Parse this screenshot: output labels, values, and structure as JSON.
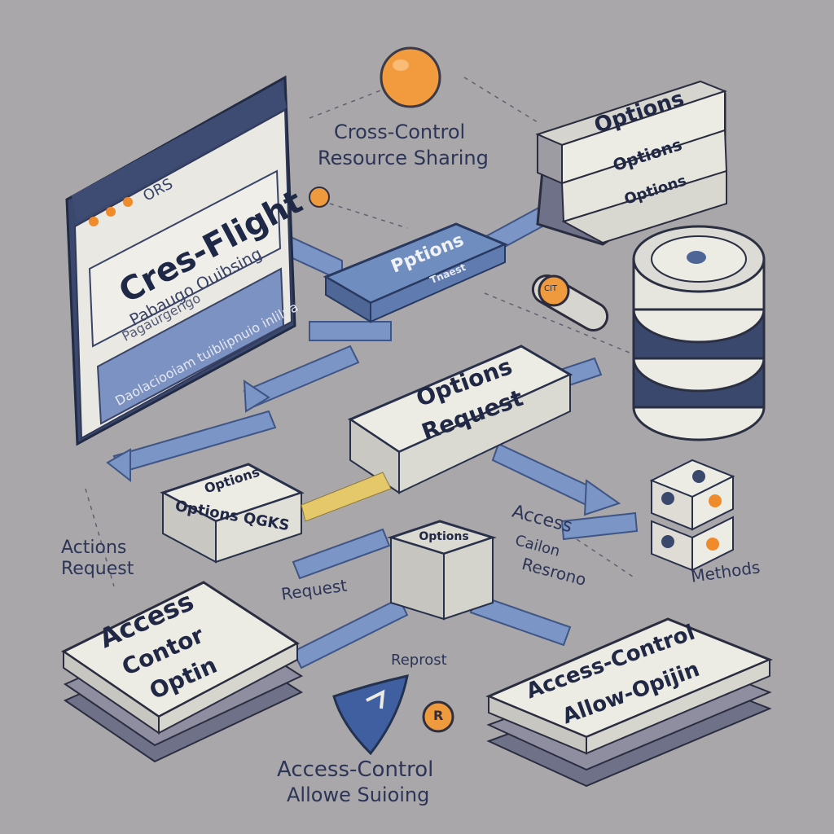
{
  "title_lines": [
    "Cross-Control",
    "Resource Sharing"
  ],
  "browser": {
    "tab_text": "ORS",
    "heading": "Cres-Flight",
    "subtitle": "Pabaugo Ouibsing",
    "caption": "Pagaurgerigo",
    "bar_text": "Daolaciooiam tuiblipnuio inlilpa"
  },
  "options_stack": [
    "Options",
    "Options",
    "Options"
  ],
  "top_request": {
    "title": "Pptions",
    "sub": "Tnaest"
  },
  "small_icon_text": "CIT",
  "center_request": [
    "Options",
    "Request"
  ],
  "left_box": [
    "Options",
    "Options QGKS"
  ],
  "actions_label": [
    "Actions",
    "Request"
  ],
  "cube_label": "Options",
  "request_label": "Request",
  "reprost_label": "Reprost",
  "access_response_label": [
    "Access",
    "Cailon",
    "Resrono"
  ],
  "methods_label": "Methods",
  "card_left": [
    "Access",
    "Contor",
    "Optin"
  ],
  "card_right": [
    "Access-Control",
    "Allow-Opijin"
  ],
  "bottom_caption": [
    "Access-Control",
    "Allowe Suioing"
  ],
  "r_badge": "R",
  "colors": {
    "background": "#a9a7a9",
    "panel": "#ecebe4",
    "blue": "#6f8dbf",
    "navy": "#2d3a5e",
    "orange": "#f08b2c"
  }
}
